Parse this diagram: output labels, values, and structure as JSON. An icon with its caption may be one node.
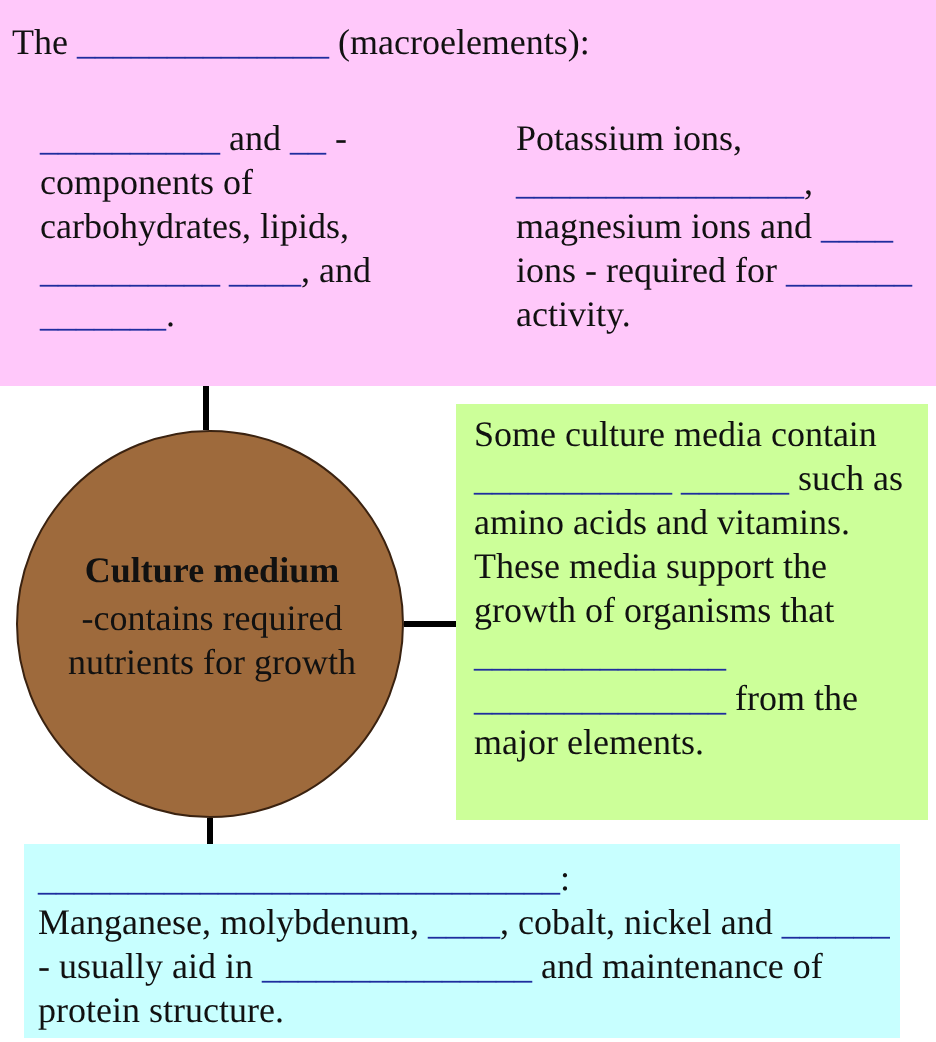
{
  "diagram": {
    "nodes": [
      {
        "text": [
          "The ______________ (macroelements):",
          "__________ and __ - components of carbohydrates, lipids, __________ ____, and _______.",
          "Potassium ions, ________________, magnesium ions and ____ ions - required for _______ activity."
        ]
      },
      {
        "text": [
          "Culture medium",
          "-contains required nutrients for growth"
        ]
      },
      {
        "text": [
          "Some culture media contain ___________ ______ such as amino acids and vitamins. These media support the growth of organisms that ______________ ______________ from the major elements."
        ]
      },
      {
        "text": [
          "_____________________________:",
          "Manganese, molybdenum, ____, cobalt, nickel and ______ - usually aid in _______________ and maintenance of protein structure."
        ]
      }
    ],
    "edges": [
      {
        "from": 1,
        "to": 0,
        "arrow": "none"
      },
      {
        "from": 1,
        "to": 2,
        "arrow": "none"
      },
      {
        "from": 1,
        "to": 3,
        "arrow": "none"
      }
    ]
  }
}
